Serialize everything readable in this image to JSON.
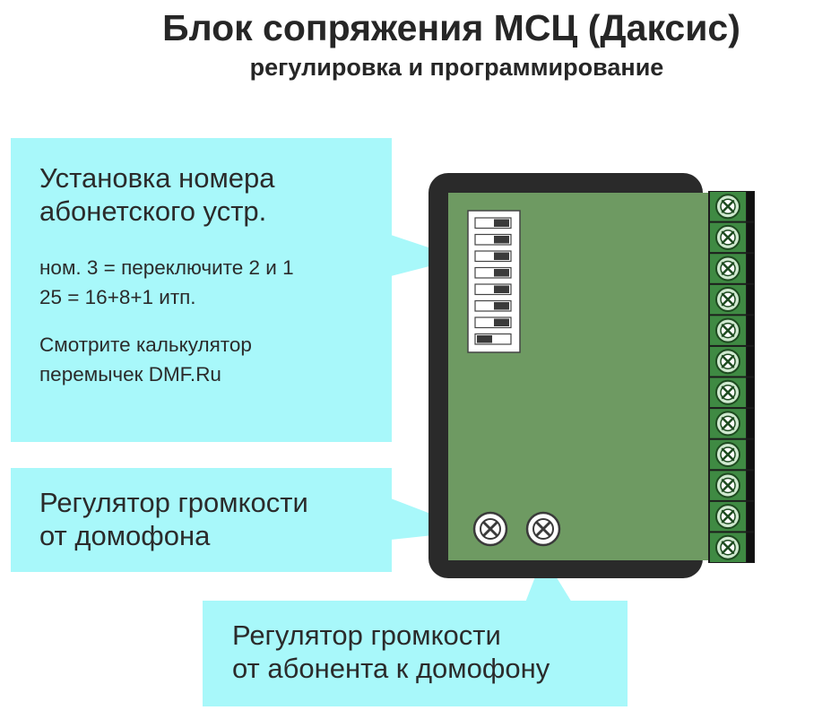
{
  "title": "Блок сопряжения МСЦ (Даксис)",
  "subtitle": "регулировка и программирование",
  "callouts": {
    "address": {
      "line1": "Установка номера",
      "line2": "абонетского устр.",
      "example1": "ном. 3 = переключите 2 и 1",
      "example2": "25 = 16+8+1 итп.",
      "note1": "Смотрите калькулятор",
      "note2": "перемычек DMF.Ru"
    },
    "volume_intercom": {
      "line1": "Регулятор громкости",
      "line2": "от домофона"
    },
    "volume_subscriber": {
      "line1": "Регулятор громкости",
      "line2": "от абонента к домофону"
    }
  },
  "colors": {
    "callout_bg": "#a8f8fa",
    "board_green": "#6e9a62",
    "enclosure": "#2a2a2a",
    "terminal_green": "#3f8a43",
    "dip_body": "#ffffff",
    "dip_toggle": "#3a3a3a"
  },
  "dip_switch": {
    "positions": 8,
    "on": [
      true,
      true,
      true,
      true,
      true,
      true,
      true,
      false
    ]
  },
  "terminal_count": 12
}
